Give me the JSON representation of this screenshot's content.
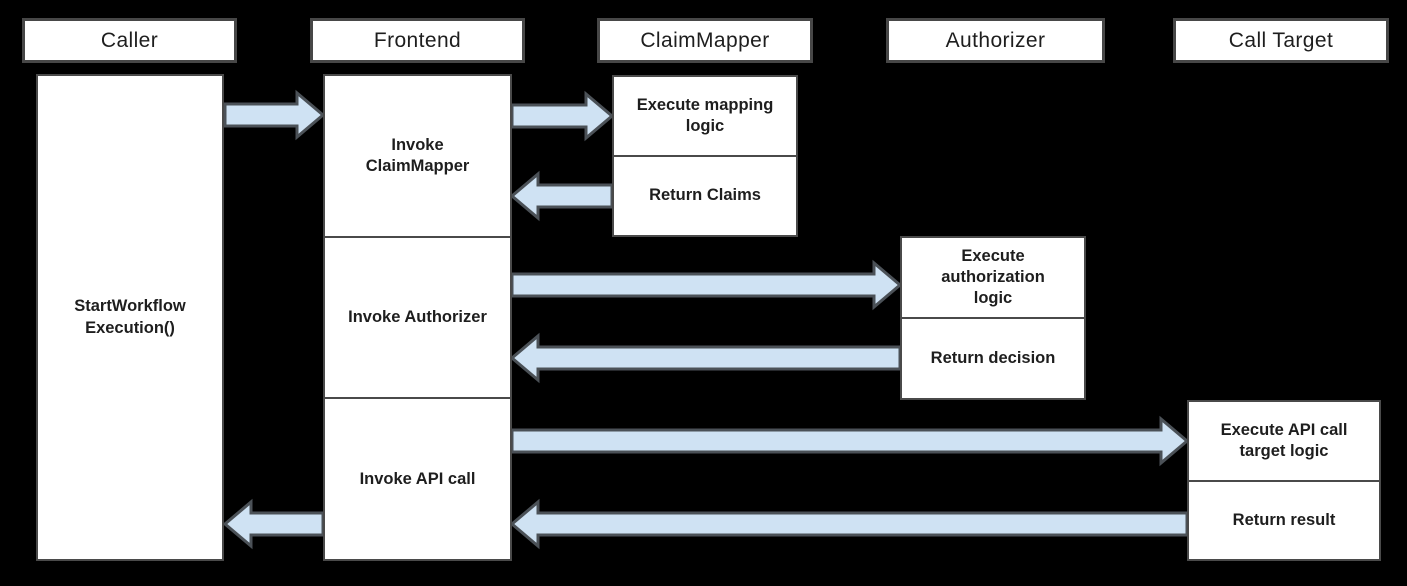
{
  "diagram": {
    "type": "sequence-diagram",
    "colors": {
      "background": "#000000",
      "box_fill": "#ffffff",
      "box_border": "#4a4a4a",
      "arrow_fill": "#cfe2f3",
      "arrow_border": "#4b5157",
      "text": "#1e1e1e"
    },
    "lifelines": [
      {
        "label": "Caller",
        "sections": [
          "StartWorkflow Execution()"
        ]
      },
      {
        "label": "Frontend",
        "sections": [
          "Invoke ClaimMapper",
          "Invoke Authorizer",
          "Invoke API call"
        ]
      },
      {
        "label": "ClaimMapper",
        "sections": [
          "Execute mapping logic",
          "Return Claims"
        ]
      },
      {
        "label": "Authorizer",
        "sections": [
          "Execute authorization logic",
          "Return decision"
        ]
      },
      {
        "label": "Call Target",
        "sections": [
          "Execute API call target logic",
          "Return result"
        ]
      }
    ],
    "arrows": [
      {
        "from": "Caller",
        "to": "Frontend"
      },
      {
        "from": "Frontend",
        "to": "ClaimMapper"
      },
      {
        "from": "ClaimMapper",
        "to": "Frontend"
      },
      {
        "from": "Frontend",
        "to": "Authorizer"
      },
      {
        "from": "Authorizer",
        "to": "Frontend"
      },
      {
        "from": "Frontend",
        "to": "Call Target"
      },
      {
        "from": "Call Target",
        "to": "Frontend"
      },
      {
        "from": "Frontend",
        "to": "Caller"
      }
    ]
  }
}
